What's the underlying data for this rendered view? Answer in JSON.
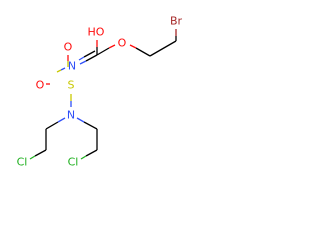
{
  "molecule": {
    "atoms": {
      "br": "Br",
      "o_ester": "O",
      "oh": "HO",
      "o_s1": "O",
      "s": "S",
      "n_imine": "N",
      "o_s2": "O",
      "n_amine": "N",
      "cl_left": "Cl",
      "cl_right": "Cl"
    },
    "colors": {
      "bond": "#000000",
      "O": "#ff0d0d",
      "N": "#3050f8",
      "S": "#c8c800",
      "Cl": "#1fb01f",
      "Br": "#a62929"
    }
  }
}
